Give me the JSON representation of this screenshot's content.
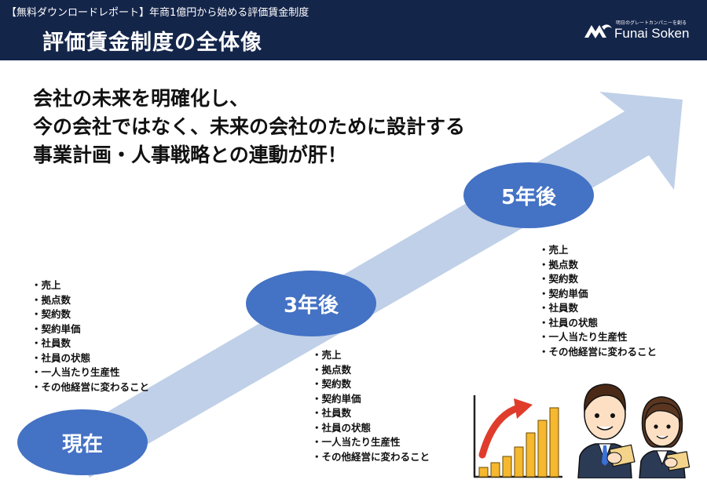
{
  "header": {
    "subtitle": "【無料ダウンロードレポート】年商1億円から始める評価賃金制度",
    "title": "評価賃金制度の全体像",
    "logo_tagline": "明日のグレートカンパニーを創る",
    "logo_name": "Funai Soken"
  },
  "headline": {
    "lines": [
      "会社の未来を明確化し、",
      "今の会社ではなく、未来の会社のために設計する",
      "事業計画・人事戦略との連動が肝！"
    ]
  },
  "stages": [
    {
      "label": "現在"
    },
    {
      "label": "3年後"
    },
    {
      "label": "5年後"
    }
  ],
  "metric_items": [
    "・売上",
    "・拠点数",
    "・契約数",
    "・契約単価",
    "・社員数",
    "・社員の状態",
    "・一人当たり生産性",
    "・その他経営に変わること"
  ],
  "icons": {
    "logo": "funai-logo-icon",
    "growth_chart": "growth-chart-icon",
    "people": "business-people-icon"
  },
  "colors": {
    "header_bg": "#14254a",
    "stage_ellipse": "#4472c4",
    "arrow": "#bfd0e8"
  }
}
